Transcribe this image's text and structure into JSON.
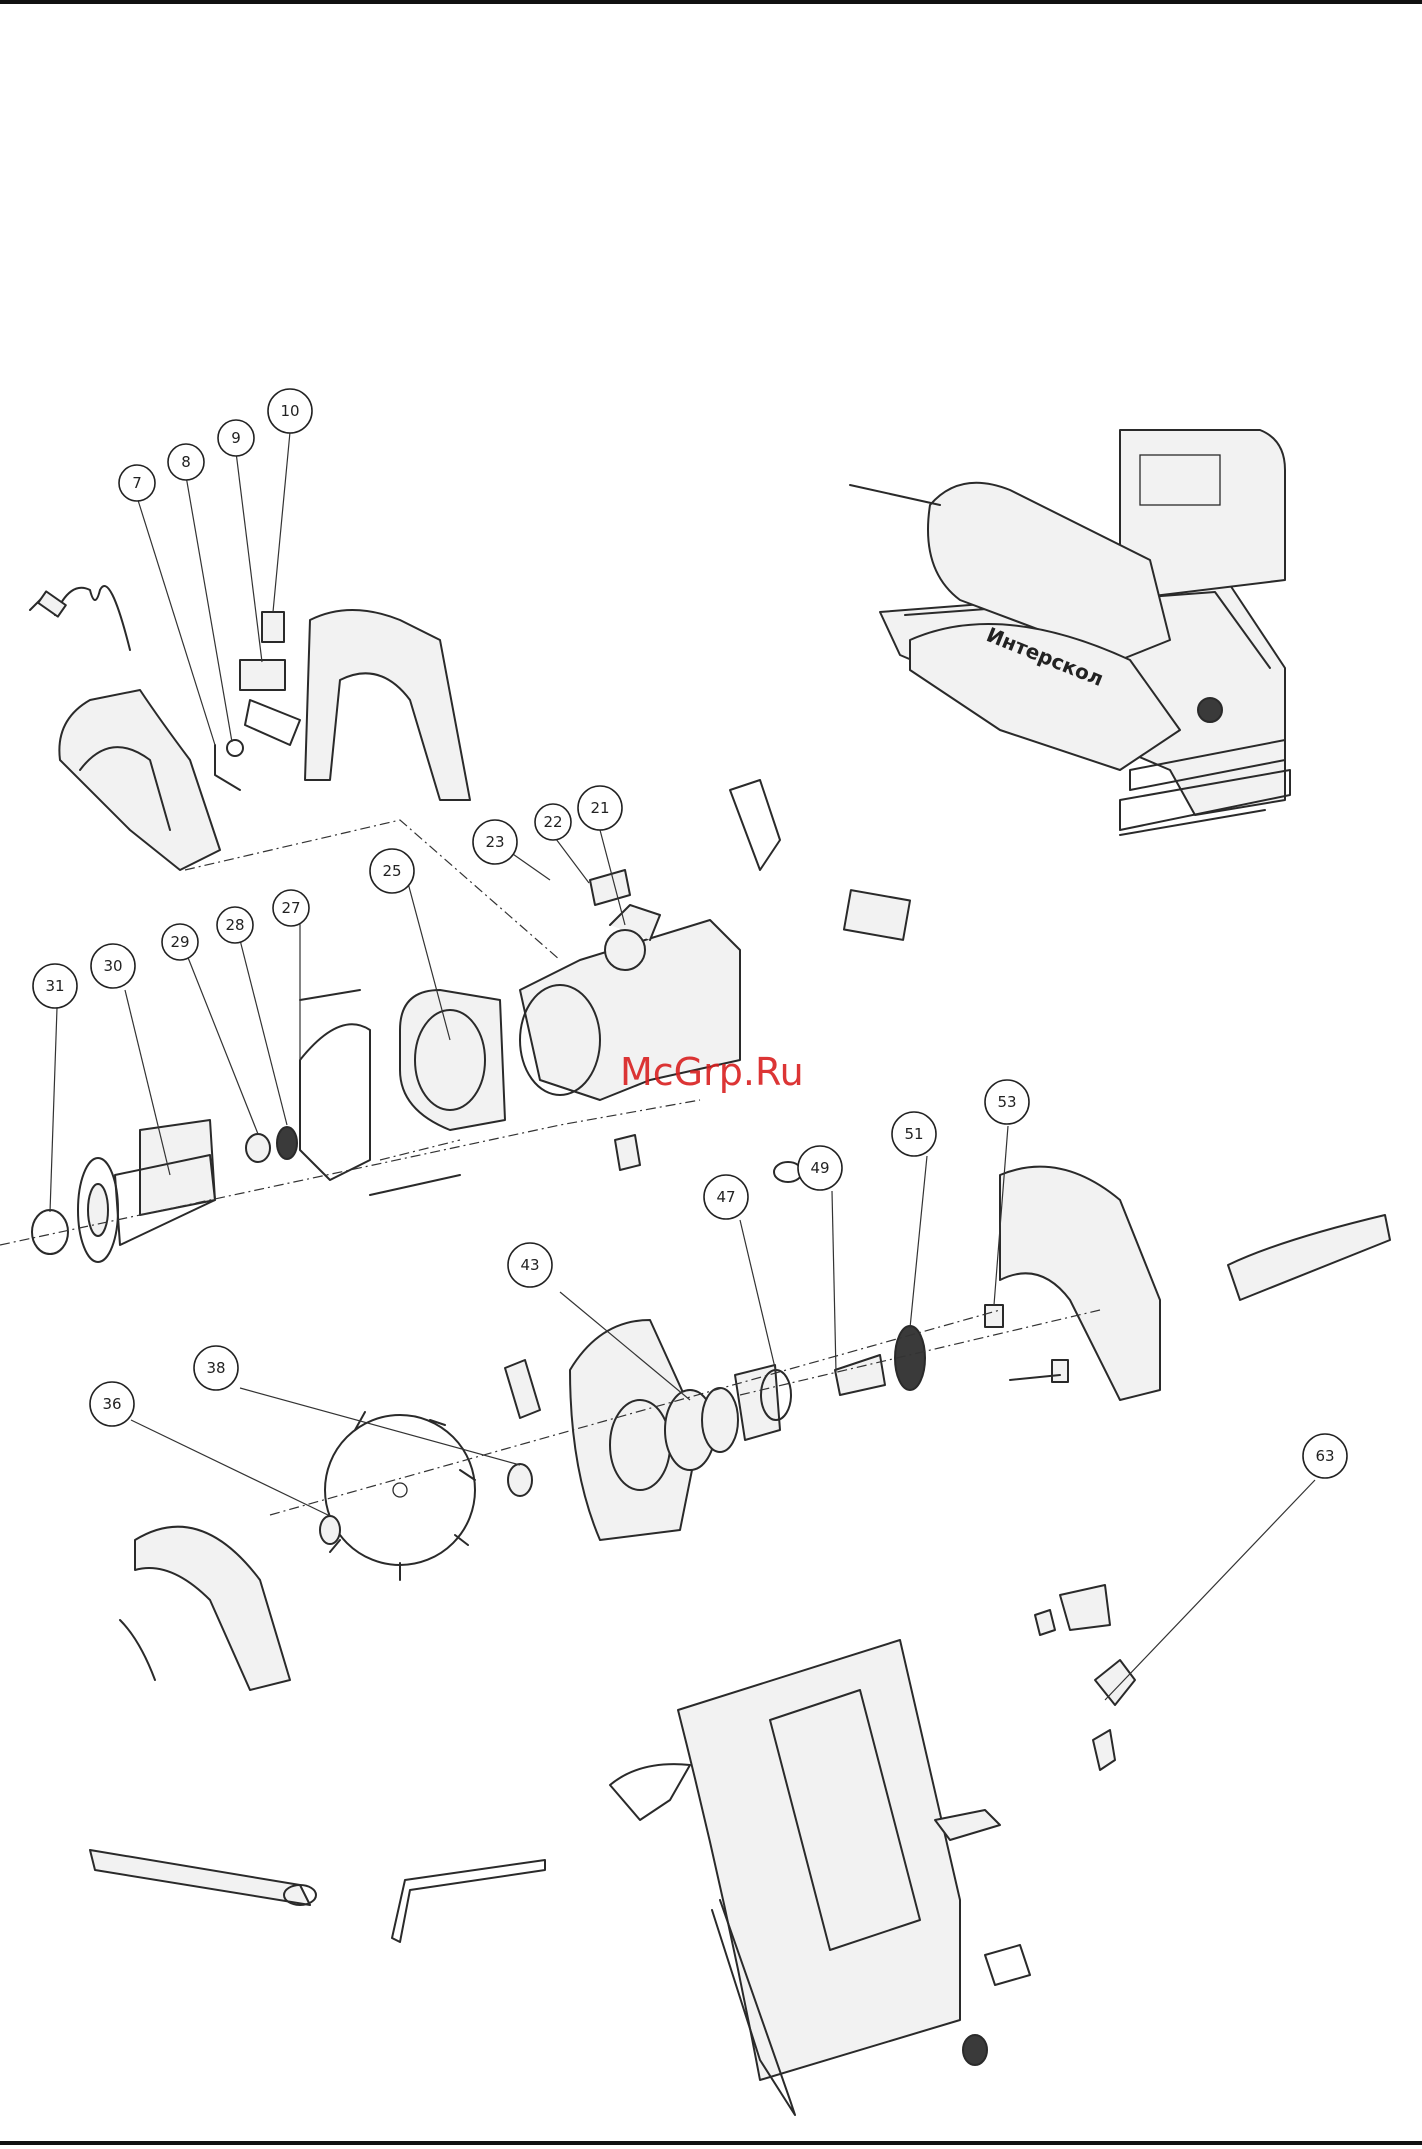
{
  "watermark": "McGrp.Ru",
  "product_logo": "Интерскол",
  "callouts": [
    {
      "id": "callout-7",
      "label": "7"
    },
    {
      "id": "callout-8",
      "label": "8"
    },
    {
      "id": "callout-9",
      "label": "9"
    },
    {
      "id": "callout-10",
      "label": "10"
    },
    {
      "id": "callout-21",
      "label": "21"
    },
    {
      "id": "callout-22",
      "label": "22"
    },
    {
      "id": "callout-23",
      "label": "23"
    },
    {
      "id": "callout-25",
      "label": "25"
    },
    {
      "id": "callout-27",
      "label": "27"
    },
    {
      "id": "callout-28",
      "label": "28"
    },
    {
      "id": "callout-29",
      "label": "29"
    },
    {
      "id": "callout-30",
      "label": "30"
    },
    {
      "id": "callout-31",
      "label": "31"
    },
    {
      "id": "callout-36",
      "label": "36"
    },
    {
      "id": "callout-38",
      "label": "38"
    },
    {
      "id": "callout-43",
      "label": "43"
    },
    {
      "id": "callout-47",
      "label": "47"
    },
    {
      "id": "callout-49",
      "label": "49"
    },
    {
      "id": "callout-51",
      "label": "51"
    },
    {
      "id": "callout-53",
      "label": "53"
    },
    {
      "id": "callout-63",
      "label": "63"
    }
  ]
}
